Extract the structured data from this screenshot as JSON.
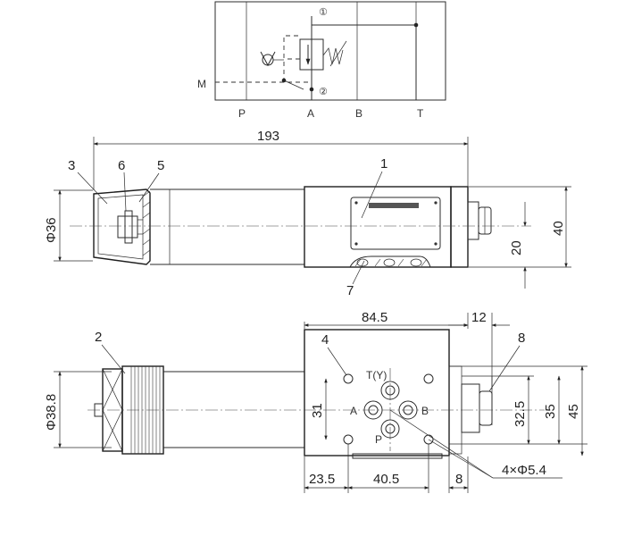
{
  "schematic": {
    "port_m": "M",
    "port_p": "P",
    "port_a": "A",
    "port_b": "B",
    "port_t": "T",
    "mark_1": "①",
    "mark_2": "②"
  },
  "side_view": {
    "overall_length": "193",
    "cap_diameter": "Φ36",
    "height": "40",
    "axis_height": "20",
    "callouts": {
      "c1": "1",
      "c3": "3",
      "c5": "5",
      "c6": "6",
      "c7": "7"
    }
  },
  "top_view": {
    "knob_diameter": "Φ38.8",
    "body_width": "84.5",
    "plug_length": "12",
    "port_pitch_v": "31",
    "height_32_5": "32.5",
    "height_35": "35",
    "height_45": "45",
    "offset_left": "23.5",
    "hole_pitch_h": "40.5",
    "offset_right": "8",
    "holes_spec": "4×Φ5.4",
    "port_t": "T(Y)",
    "port_a": "A",
    "port_b": "B",
    "port_p": "P",
    "callouts": {
      "c2": "2",
      "c4": "4",
      "c8": "8"
    }
  }
}
